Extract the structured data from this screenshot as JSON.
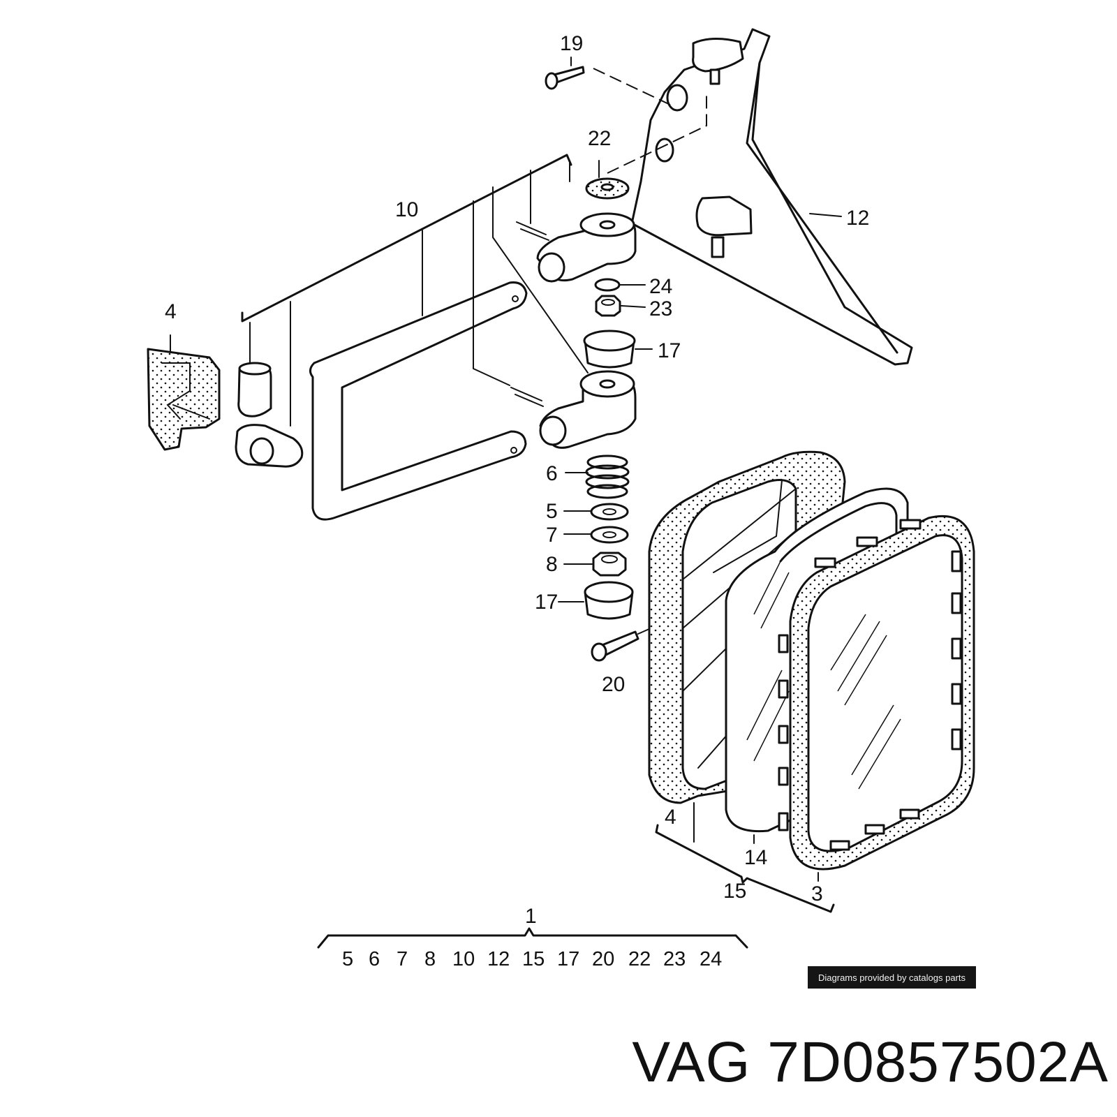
{
  "callouts": {
    "c1": "1",
    "c3": "3",
    "c4a": "4",
    "c4b": "4",
    "c5": "5",
    "c6": "6",
    "c7": "7",
    "c8": "8",
    "c10": "10",
    "c12": "12",
    "c14": "14",
    "c15": "15",
    "c17a": "17",
    "c17b": "17",
    "c19": "19",
    "c20": "20",
    "c22": "22",
    "c23": "23",
    "c24": "24"
  },
  "kit_list": [
    "5",
    "6",
    "7",
    "8",
    "10",
    "12",
    "15",
    "17",
    "20",
    "22",
    "23",
    "24"
  ],
  "credit": "Diagrams provided by catalogs parts",
  "part_number": "VAG 7D0857502A"
}
